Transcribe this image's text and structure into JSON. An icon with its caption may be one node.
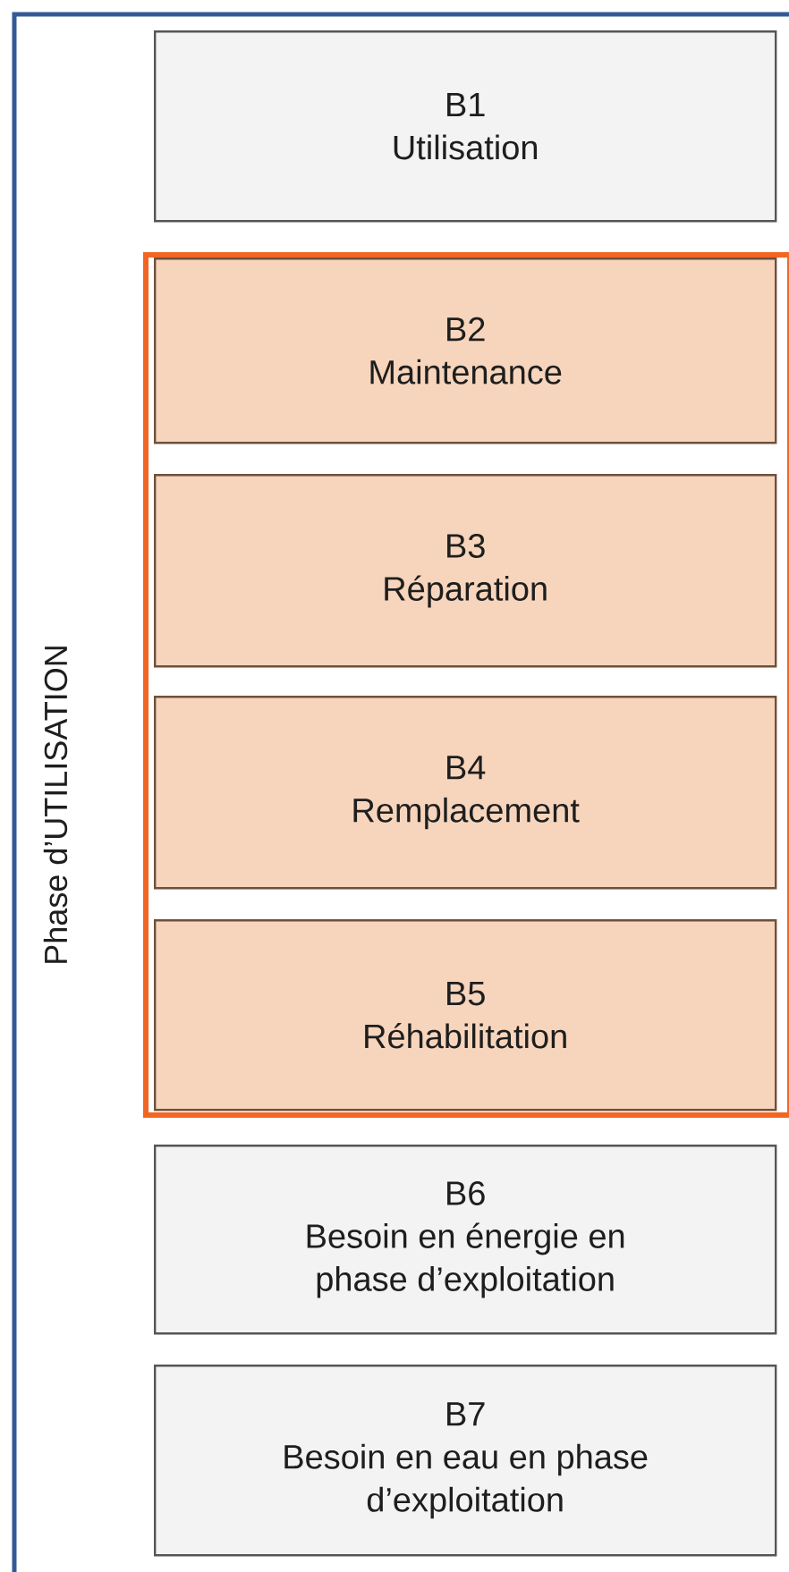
{
  "diagram": {
    "nodes": [
      {
        "text": [
          "Phase d’UTILISATION"
        ]
      },
      {
        "text": [
          "B1",
          "Utilisation"
        ],
        "in": 0
      },
      {
        "text": [],
        "shape": "box",
        "in": 0
      },
      {
        "text": [
          "B2",
          "Maintenance"
        ],
        "in": 2
      },
      {
        "text": [
          "B3",
          "Réparation"
        ],
        "in": 2
      },
      {
        "text": [
          "B4",
          "Remplacement"
        ],
        "in": 2
      },
      {
        "text": [
          "B5",
          "Réhabilitation"
        ],
        "in": 2
      },
      {
        "text": [
          "B6",
          "Besoin en énergie en phase d’exploitation"
        ],
        "in": 0
      },
      {
        "text": [
          "B7",
          "Besoin en eau en phase d’exploitation"
        ],
        "in": 0
      }
    ]
  }
}
